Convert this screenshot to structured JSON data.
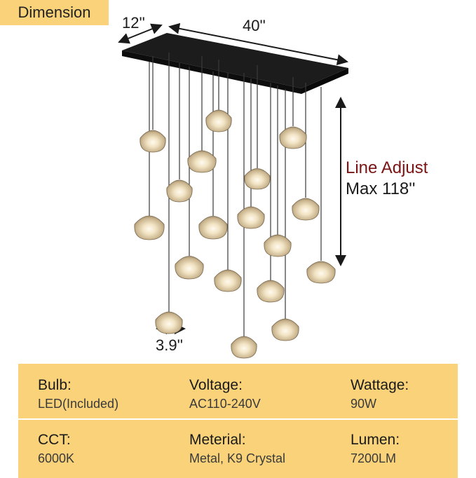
{
  "header": {
    "tag_label": "Dimension"
  },
  "dimensions": {
    "depth": "12''",
    "width": "40''",
    "shade_diameter": "3.9''",
    "line_adjust_title": "Line Adjust",
    "line_adjust_value": "Max 118''"
  },
  "colors": {
    "tag_background": "#f9d27a",
    "canopy": "#141414",
    "accent_red": "#7b1414",
    "glass": "#d9c9a8"
  },
  "specs": [
    {
      "key": "Bulb:",
      "value": "LED(Included)"
    },
    {
      "key": "Voltage:",
      "value": "AC110-240V"
    },
    {
      "key": "Wattage:",
      "value": "90W"
    },
    {
      "key": "CCT:",
      "value": "6000K"
    },
    {
      "key": "Meterial:",
      "value": "Metal, K9 Crystal"
    },
    {
      "key": "Lumen:",
      "value": "7200LM"
    }
  ]
}
